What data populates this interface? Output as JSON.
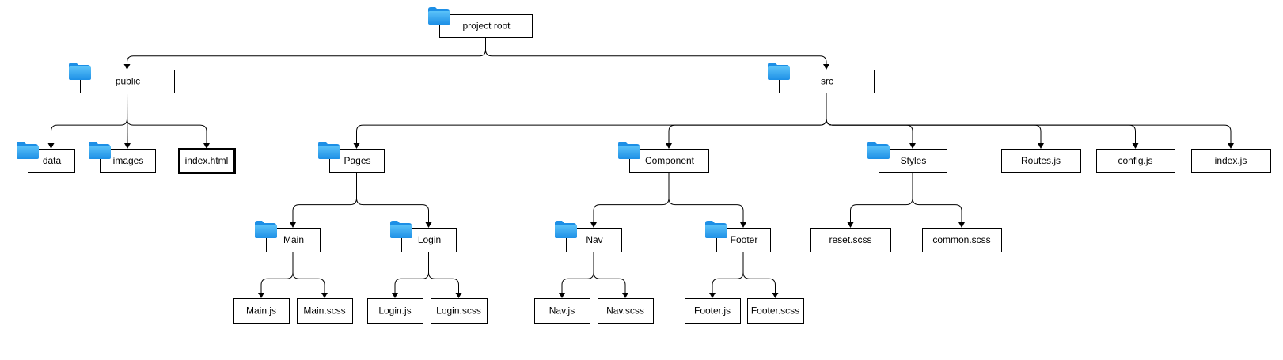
{
  "nodes": [
    {
      "id": "root",
      "label": "project root",
      "type": "folder"
    },
    {
      "id": "public",
      "label": "public",
      "type": "folder"
    },
    {
      "id": "src",
      "label": "src",
      "type": "folder"
    },
    {
      "id": "data",
      "label": "data",
      "type": "folder"
    },
    {
      "id": "images",
      "label": "images",
      "type": "folder"
    },
    {
      "id": "index_html",
      "label": "index.html",
      "type": "file",
      "selected": true
    },
    {
      "id": "pages",
      "label": "Pages",
      "type": "folder"
    },
    {
      "id": "component",
      "label": "Component",
      "type": "folder"
    },
    {
      "id": "styles",
      "label": "Styles",
      "type": "folder"
    },
    {
      "id": "routes_js",
      "label": "Routes.js",
      "type": "file"
    },
    {
      "id": "config_js",
      "label": "config.js",
      "type": "file"
    },
    {
      "id": "index_js",
      "label": "index.js",
      "type": "file"
    },
    {
      "id": "main",
      "label": "Main",
      "type": "folder"
    },
    {
      "id": "login",
      "label": "Login",
      "type": "folder"
    },
    {
      "id": "nav",
      "label": "Nav",
      "type": "folder"
    },
    {
      "id": "footer",
      "label": "Footer",
      "type": "folder"
    },
    {
      "id": "reset_scss",
      "label": "reset.scss",
      "type": "file"
    },
    {
      "id": "common_scss",
      "label": "common.scss",
      "type": "file"
    },
    {
      "id": "main_js",
      "label": "Main.js",
      "type": "file"
    },
    {
      "id": "main_scss",
      "label": "Main.scss",
      "type": "file"
    },
    {
      "id": "login_js",
      "label": "Login.js",
      "type": "file"
    },
    {
      "id": "login_scss",
      "label": "Login.scss",
      "type": "file"
    },
    {
      "id": "nav_js",
      "label": "Nav.js",
      "type": "file"
    },
    {
      "id": "nav_scss",
      "label": "Nav.scss",
      "type": "file"
    },
    {
      "id": "footer_js",
      "label": "Footer.js",
      "type": "file"
    },
    {
      "id": "footer_scss",
      "label": "Footer.scss",
      "type": "file"
    }
  ],
  "edges": [
    {
      "from": "root",
      "to": "public"
    },
    {
      "from": "root",
      "to": "src"
    },
    {
      "from": "public",
      "to": "data"
    },
    {
      "from": "public",
      "to": "images"
    },
    {
      "from": "public",
      "to": "index_html"
    },
    {
      "from": "src",
      "to": "pages"
    },
    {
      "from": "src",
      "to": "component"
    },
    {
      "from": "src",
      "to": "styles"
    },
    {
      "from": "src",
      "to": "routes_js"
    },
    {
      "from": "src",
      "to": "config_js"
    },
    {
      "from": "src",
      "to": "index_js"
    },
    {
      "from": "pages",
      "to": "main"
    },
    {
      "from": "pages",
      "to": "login"
    },
    {
      "from": "component",
      "to": "nav"
    },
    {
      "from": "component",
      "to": "footer"
    },
    {
      "from": "styles",
      "to": "reset_scss"
    },
    {
      "from": "styles",
      "to": "common_scss"
    },
    {
      "from": "main",
      "to": "main_js"
    },
    {
      "from": "main",
      "to": "main_scss"
    },
    {
      "from": "login",
      "to": "login_js"
    },
    {
      "from": "login",
      "to": "login_scss"
    },
    {
      "from": "nav",
      "to": "nav_js"
    },
    {
      "from": "nav",
      "to": "nav_scss"
    },
    {
      "from": "footer",
      "to": "footer_js"
    },
    {
      "from": "footer",
      "to": "footer_scss"
    }
  ],
  "colors": {
    "folder_light": "#5cc3f9",
    "folder_dark": "#1d8fe6",
    "stroke": "#000000",
    "background": "#ffffff"
  },
  "icons": {
    "folder": "folder-icon"
  }
}
